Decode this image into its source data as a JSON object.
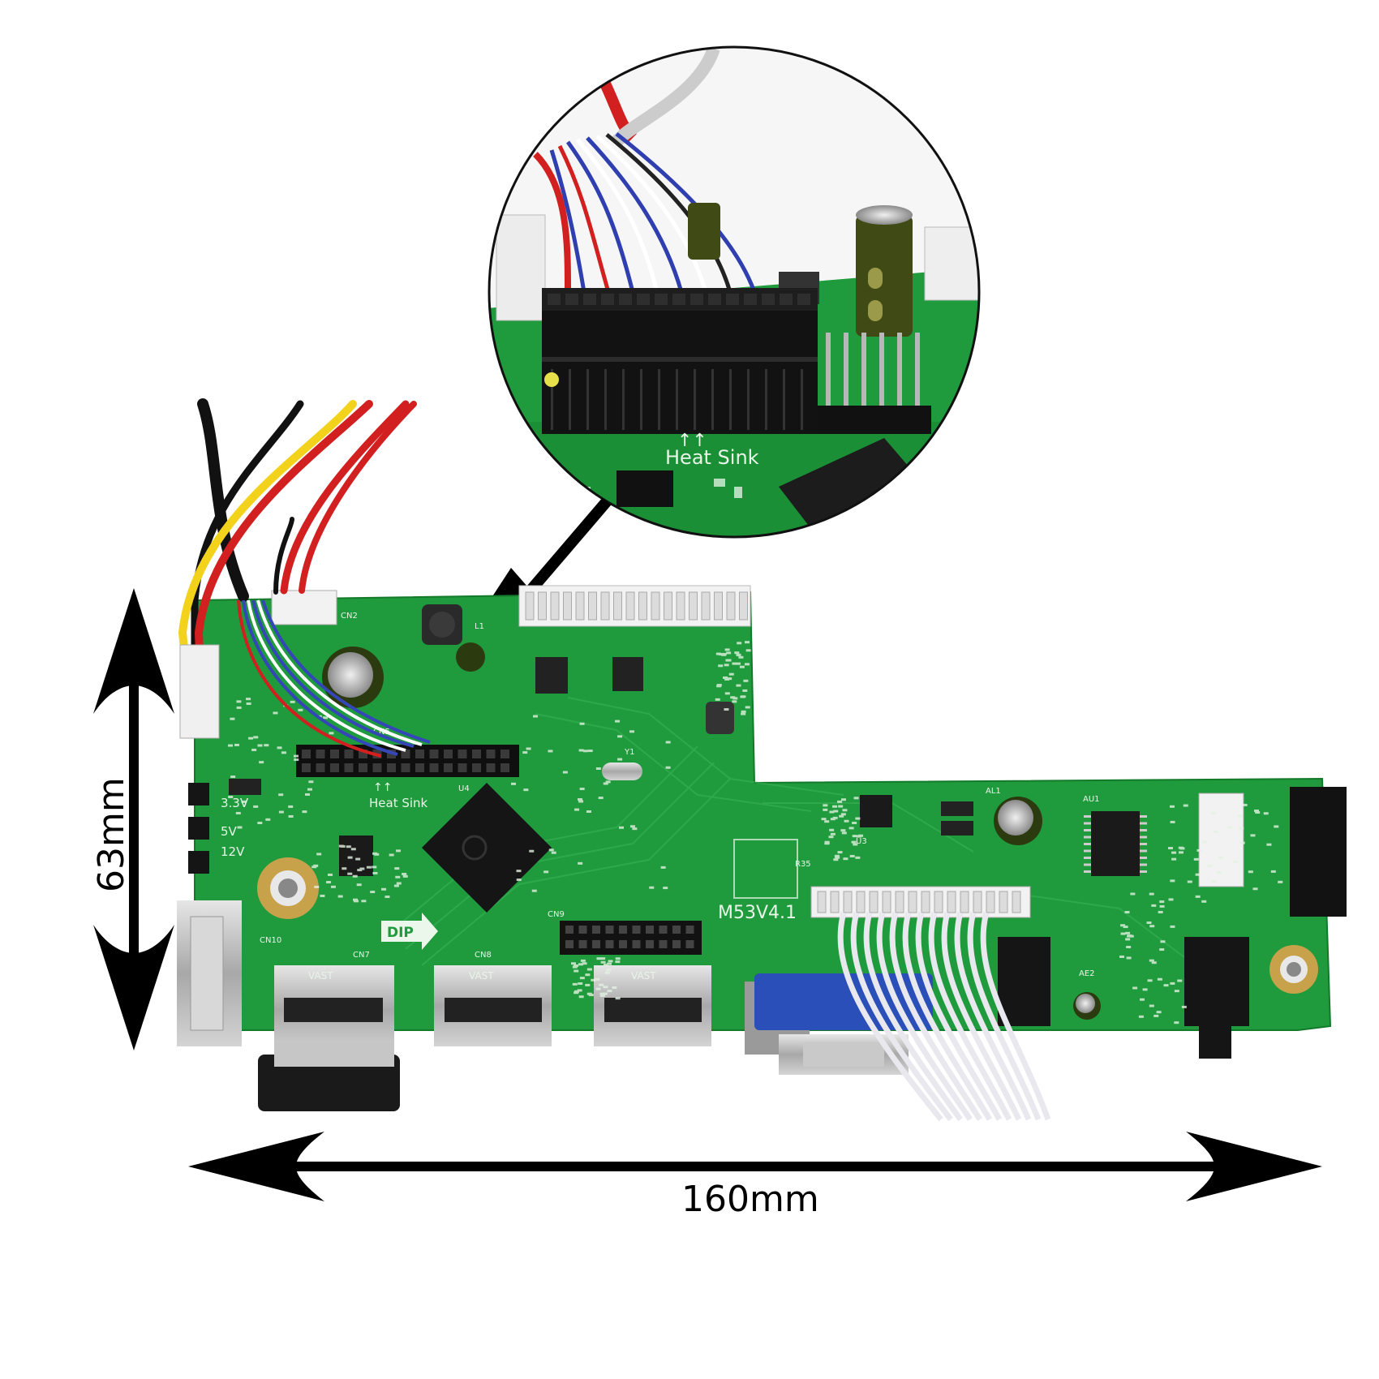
{
  "dimensions": {
    "height_label": "63mm",
    "width_label": "160mm"
  },
  "board": {
    "model_label": "M53V4.1",
    "dip_label": "DIP",
    "heat_sink_label": "Heat Sink",
    "rail_labels": [
      "3.3V",
      "5V",
      "12V"
    ],
    "connector_labels": [
      "CN2",
      "CN5",
      "CN7",
      "CN8",
      "CN9",
      "CN10",
      "U4",
      "U3",
      "AU1",
      "Y1",
      "L1",
      "AL1",
      "AE2",
      "R35"
    ],
    "hdmi_brand": "VAST"
  },
  "inset": {
    "heat_sink_label": "Heat Sink"
  },
  "colors": {
    "pcb": "#1f9a3c",
    "pcb_dark": "#137a2a",
    "silkscreen": "#eaf7ea",
    "arrow": "#000000",
    "wire_red": "#d21f1f",
    "wire_yellow": "#f3d21b",
    "wire_blue": "#3446b8",
    "vga_blue": "#2a4fb8"
  }
}
